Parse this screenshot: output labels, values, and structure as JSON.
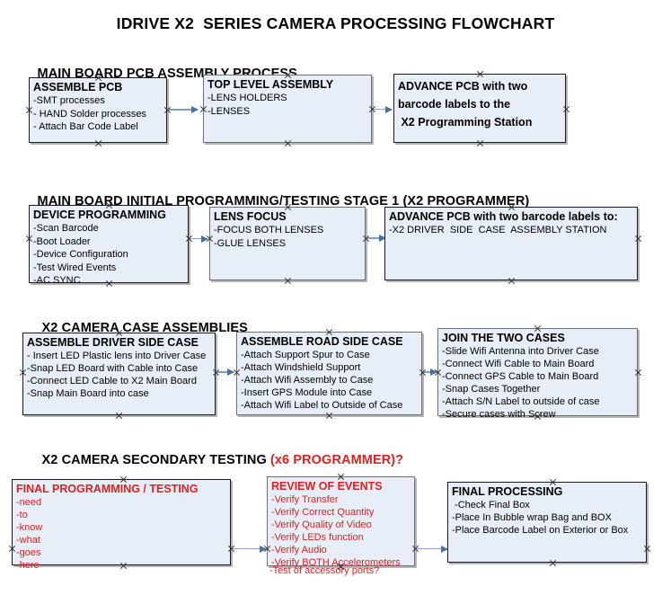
{
  "document": {
    "title": "IDRIVE X2  SERIES CAMERA PROCESSING FLOWCHART",
    "accent_color": "#e02020",
    "box_fill": "#e8eef8",
    "arrow_color": "#7f9bc0"
  },
  "sections": [
    {
      "id": "main-board-pcb-assembly",
      "heading": "MAIN BOARD PCB ASSEMBLY PROCESS",
      "heading_accent": "",
      "boxes": [
        {
          "id": "assemble-pcb",
          "title": "ASSEMBLE PCB",
          "lines": [
            "-SMT processes",
            "- HAND Solder processes",
            "- Attach Bar Code Label"
          ]
        },
        {
          "id": "top-level-assembly",
          "title": "TOP LEVEL ASSEMBLY",
          "lines": [
            "-LENS HOLDERS",
            "-LENSES"
          ]
        },
        {
          "id": "advance-pcb-programming-station",
          "title": "",
          "lines": [
            "ADVANCE PCB with two",
            "barcode labels to the",
            " X2 Programming Station"
          ]
        }
      ]
    },
    {
      "id": "main-board-initial-programming",
      "heading": "MAIN BOARD INITIAL PROGRAMMING/TESTING STAGE 1 (X2 PROGRAMMER)",
      "heading_accent": "",
      "boxes": [
        {
          "id": "device-programming",
          "title": "DEVICE PROGRAMMING",
          "lines": [
            "-Scan Barcode",
            "-Boot Loader",
            "-Device Configuration",
            "-Test Wired Events",
            "-AC SYNC"
          ]
        },
        {
          "id": "lens-focus",
          "title": "LENS FOCUS",
          "lines": [
            "-FOCUS BOTH LENSES",
            "-GLUE LENSES"
          ]
        },
        {
          "id": "advance-pcb-driver-side-case",
          "title": "ADVANCE PCB with two barcode labels to:",
          "lines": [
            "-X2 DRIVER  SIDE  CASE  ASSEMBLY STATION"
          ]
        }
      ]
    },
    {
      "id": "x2-camera-case-assemblies",
      "heading": "X2 CAMERA CASE ASSEMBLIES",
      "heading_accent": "",
      "boxes": [
        {
          "id": "assemble-driver-side-case",
          "title": "ASSEMBLE DRIVER SIDE CASE",
          "lines": [
            "- Insert LED Plastic lens into Driver Case",
            "-Snap LED Board with Cable into Case",
            "-Connect LED Cable to X2 Main Board",
            "-Snap Main Board into case"
          ]
        },
        {
          "id": "assemble-road-side-case",
          "title": "ASSEMBLE ROAD SIDE CASE",
          "lines": [
            "-Attach Support Spur to Case",
            "-Attach Windshield Support",
            "-Attach Wifi Assembly to Case",
            "-Insert GPS Module into Case",
            "-Attach Wifi Label to Outside of Case"
          ]
        },
        {
          "id": "join-the-two-cases",
          "title": "JOIN THE TWO CASES",
          "lines": [
            "-Slide Wifi Antenna into Driver Case",
            "-Connect Wifi Cable to Main Board",
            "-Connect GPS Cable to Main Board",
            "-Snap Cases Together",
            "-Attach S/N Label to outside of case",
            "-Secure cases with Screw"
          ]
        }
      ]
    },
    {
      "id": "x2-camera-secondary-testing",
      "heading": "X2 CAMERA SECONDARY TESTING ",
      "heading_accent": "(x6 PROGRAMMER)?",
      "boxes": [
        {
          "id": "final-programming-testing",
          "title": "FINAL PROGRAMMING / TESTING",
          "lines": [
            "-need",
            "-to",
            "-know",
            "-what",
            "-goes",
            "-here"
          ]
        },
        {
          "id": "review-of-events",
          "title": "REVIEW OF EVENTS",
          "lines": [
            "-Verify Transfer",
            "-Verify Correct Quantity",
            "-Verify Quality of Video",
            "-Verify LEDs function",
            "-Verify Audio",
            "-Verify BOTH Accelerometers"
          ],
          "overflow_line": "-Test of accessory ports?"
        },
        {
          "id": "final-processing",
          "title": "FINAL PROCESSING",
          "lines": [
            " -Check Final Box",
            "-Place In Bubble wrap Bag and BOX",
            "-Place Barcode Label on Exterior or Box"
          ]
        }
      ]
    }
  ]
}
